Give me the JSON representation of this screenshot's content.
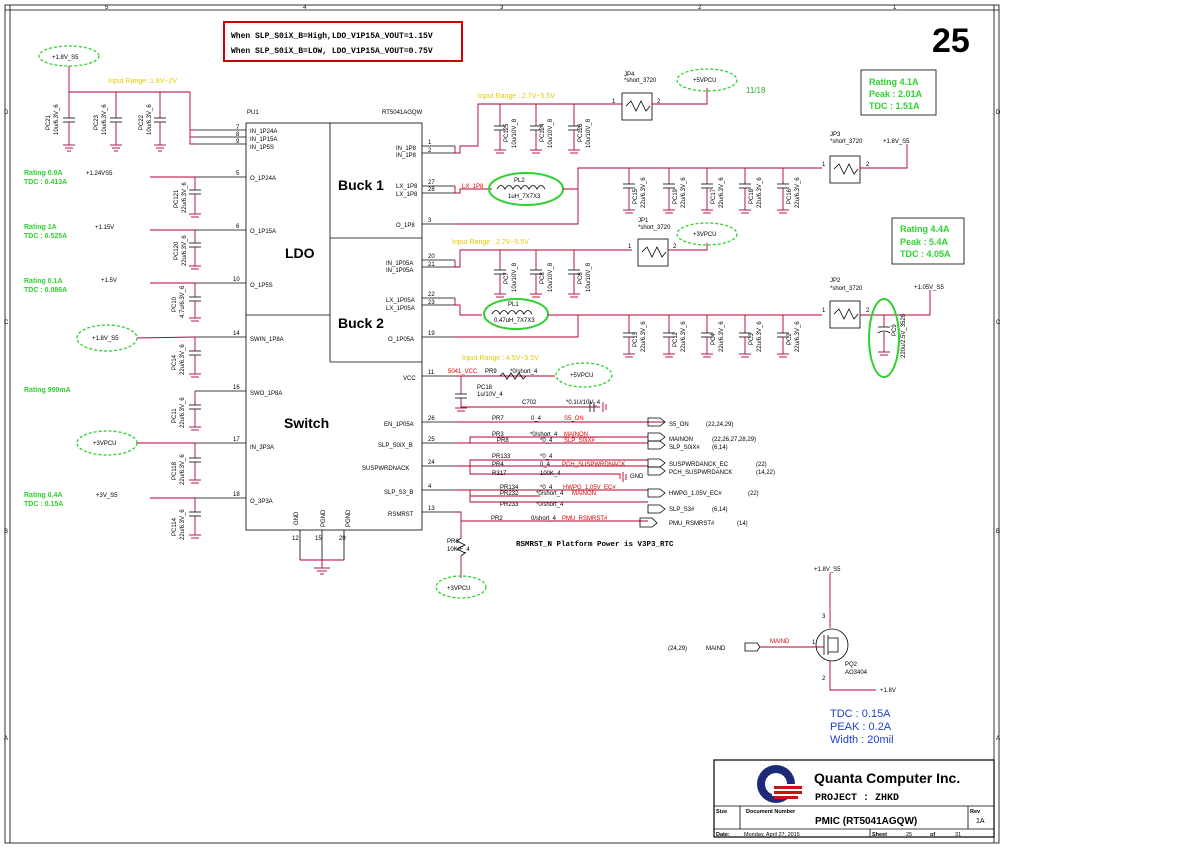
{
  "sheet_number": "25",
  "note_box": {
    "line1": "When SLP_S0iX_B=High,LDO_V1P15A_VOUT=1.15V",
    "line2": "When SLP_S0iX_B=LOW, LDO_V1P15A_VOUT=0.75V"
  },
  "border": {
    "top": [
      "5",
      "4",
      "3",
      "2",
      "1"
    ],
    "side": [
      "D",
      "C",
      "B",
      "A"
    ]
  },
  "ic": {
    "ref": "PU1",
    "part": "RT5041AGQW",
    "blocks": {
      "ldo": "LDO",
      "switch": "Switch",
      "buck1": "Buck 1",
      "buck2": "Buck 2"
    },
    "left_pins": [
      {
        "num": "7",
        "name": "IN_1P24A"
      },
      {
        "num": "8",
        "name": "IN_1P15A"
      },
      {
        "num": "9",
        "name": "IN_1P5S"
      },
      {
        "num": "5",
        "name": "O_1P24A"
      },
      {
        "num": "6",
        "name": "O_1P15A"
      },
      {
        "num": "10",
        "name": "O_1P5S"
      },
      {
        "num": "14",
        "name": "SWIN_1P8A"
      },
      {
        "num": "16",
        "name": "SWO_1P8A"
      },
      {
        "num": "17",
        "name": "IN_3P3A"
      },
      {
        "num": "18",
        "name": "O_3P3A"
      }
    ],
    "buck_pins": [
      {
        "num": "1",
        "name": "IN_1P8"
      },
      {
        "num": "2",
        "name": "IN_1P8"
      },
      {
        "num": "27",
        "name": "LX_1P8"
      },
      {
        "num": "28",
        "name": "LX_1P8"
      },
      {
        "num": "3",
        "name": "O_1P8"
      },
      {
        "num": "20",
        "name": "IN_1P05A"
      },
      {
        "num": "21",
        "name": "IN_1P05A"
      },
      {
        "num": "22",
        "name": "LX_1P05A"
      },
      {
        "num": "23",
        "name": "LX_1P05A"
      },
      {
        "num": "19",
        "name": "O_1P05A"
      }
    ],
    "right_pins": [
      {
        "num": "11",
        "name": "VCC"
      },
      {
        "num": "26",
        "name": "EN_1P05A"
      },
      {
        "num": "25",
        "name": "SLP_S0iX_B"
      },
      {
        "num": "24",
        "name": "SUSPWRDNACK"
      },
      {
        "num": "4",
        "name": "SLP_S3_B"
      },
      {
        "num": "13",
        "name": "RSMRST"
      }
    ],
    "bottom_pins": [
      {
        "num": "12",
        "name": "GND"
      },
      {
        "num": "15",
        "name": "PGND"
      },
      {
        "num": "29",
        "name": "PGND"
      }
    ]
  },
  "left_caps": [
    {
      "ref": "PC21",
      "value": "10u/6.3V_6"
    },
    {
      "ref": "PC23",
      "value": "10u/6.3V_6"
    },
    {
      "ref": "PC22",
      "value": "10u/6.3V_6"
    },
    {
      "ref": "PC121",
      "value": "22u/6.3V_6"
    },
    {
      "ref": "PC120",
      "value": "22u/6.3V_6"
    },
    {
      "ref": "PC10",
      "value": "4.7u/6.3V_6"
    },
    {
      "ref": "PC14",
      "value": "22u/6.3V_6"
    },
    {
      "ref": "PC11",
      "value": "22u/6.3V_6"
    },
    {
      "ref": "PC118",
      "value": "22u/6.3V_6"
    },
    {
      "ref": "PC114",
      "value": "22u/6.3V_6"
    }
  ],
  "rails": {
    "left": [
      "+1.8V_S5",
      "+1.24VS5",
      "+1.15V",
      "+1.5V",
      "+1.8V_S5",
      "+3VPCU",
      "+3V_S5"
    ],
    "ratings": [
      {
        "l1": "Rating 0.9A",
        "l2": "TDC : 0.413A"
      },
      {
        "l1": "Rating 1A",
        "l2": "TDC : 0.525A"
      },
      {
        "l1": "Rating 0.1A",
        "l2": "TDC : 0.086A"
      },
      {
        "l1": "Rating 990mA",
        "l2": ""
      },
      {
        "l1": "Rating 0.4A",
        "l2": "TDC : 0.15A"
      }
    ],
    "input_range_ldo": "Input Range :1.8V~2V"
  },
  "buck1": {
    "input_range": "Input Range : 2.7V~5.5V",
    "in_caps": [
      {
        "ref": "PC125",
        "value": "10u/10V_8"
      },
      {
        "ref": "PC124",
        "value": "10u/10V_8"
      },
      {
        "ref": "PC126",
        "value": "10u/10V_8"
      }
    ],
    "jp_in": {
      "ref": "JP4",
      "value": "*short_3720",
      "rail": "+5VPCU"
    },
    "date": "11/18",
    "lx_net": "LX_1P8",
    "inductor": {
      "ref": "PL2",
      "value": "1uH_7X7X3"
    },
    "out_caps": [
      {
        "ref": "PC15",
        "value": "22u/6.3V_6"
      },
      {
        "ref": "PC19",
        "value": "22u/6.3V_6"
      },
      {
        "ref": "PC17",
        "value": "22u/6.3V_6"
      },
      {
        "ref": "PC18",
        "value": "22u/6.3V_6"
      },
      {
        "ref": "PC16",
        "value": "22u/6.3V_6"
      }
    ],
    "jp_out": {
      "ref": "JP3",
      "value": "*short_3720",
      "rail": "+1.8V_S5"
    },
    "rating": {
      "l1": "Rating 4.1A",
      "l2": "Peak : 2.01A",
      "l3": "TDC : 1.51A"
    }
  },
  "buck2": {
    "input_range": "Input Range : 2.7V~5.5V",
    "jp_in": {
      "ref": "JP1",
      "value": "*short_3720",
      "rail": "+3VPCU"
    },
    "in_caps": [
      {
        "ref": "PC7",
        "value": "10u/10V_8"
      },
      {
        "ref": "PC8",
        "value": "10u/10V_8"
      },
      {
        "ref": "PC6",
        "value": "10u/10V_8"
      }
    ],
    "inductor": {
      "ref": "PL1",
      "value": "0.47uH_7X7X3"
    },
    "out_caps": [
      {
        "ref": "PC13",
        "value": "22u/6.3V_6"
      },
      {
        "ref": "PC12",
        "value": "22u/6.3V_6"
      },
      {
        "ref": "PC4",
        "value": "22u/6.3V_6"
      },
      {
        "ref": "PC3",
        "value": "22u/6.3V_6"
      },
      {
        "ref": "PC2",
        "value": "22u/6.3V_6"
      }
    ],
    "jp_out": {
      "ref": "JP2",
      "value": "*short_3720",
      "rail": "+1.05V_S5"
    },
    "bulk_cap": {
      "ref": "PC9",
      "value": "220u/2.5V_3528"
    },
    "rating": {
      "l1": "Rating 4.4A",
      "l2": "Peak : 5.4A",
      "l3": "TDC : 4.05A"
    }
  },
  "vcc": {
    "input_range": "Input Range : 4.5V~5.5V",
    "net": "5041_VCC",
    "res": {
      "ref": "PR9",
      "value": "*0/short_4"
    },
    "rail": "+5VPCU",
    "cap": {
      "ref": "PC18",
      "value": "1u/10V_4"
    },
    "c702": {
      "ref": "C702",
      "value": "*0.1U/10V_4"
    }
  },
  "signals": [
    {
      "res": "PR7",
      "val": "0_4",
      "net": "S5_ON",
      "port": "S5_ON",
      "xref": "(22,24,29)"
    },
    {
      "res": "PR3",
      "val": "*0/short_4",
      "net": "MAINON",
      "port": "MAINON",
      "xref": "(22,26,27,28,29)"
    },
    {
      "res": "PR8",
      "val": "*0_4",
      "net": "SLP_S0iX#",
      "port": "SLP_S0iX#",
      "xref": "(6,14)"
    },
    {
      "res": "PR133",
      "val": "*0_4",
      "net": "PCH_SUSPWRDNACK",
      "port": "SUSPWRDANCK_EC",
      "xref": "(22)"
    },
    {
      "res": "PR4",
      "val": "0_4",
      "net": "",
      "port": "PCH_SUSPWRDANCK",
      "xref": "(14,22)"
    },
    {
      "res": "R317",
      "val": "100K_4",
      "net": "GND",
      "port": "",
      "xref": ""
    },
    {
      "res": "PR134",
      "val": "*0_4",
      "net": "HWPG_1.05V_EC#",
      "port": "HWPG_1.05V_EC#",
      "xref": "(22)"
    },
    {
      "res": "PR232",
      "val": "*0/short_4",
      "net": "MAINON",
      "port": "SLP_S3#",
      "xref": "(6,14)"
    },
    {
      "res": "PR233",
      "val": "*0/short_4",
      "net": "",
      "port": "",
      "xref": ""
    },
    {
      "res": "PR2",
      "val": "0/short_4",
      "net": "PMU_RSMRST#",
      "port": "PMU_RSMRST#",
      "xref": "(14)"
    }
  ],
  "rsmrst": {
    "note": "RSMRST_N Platform Power is V3P3_RTC",
    "pullup": {
      "ref": "PR6",
      "value": "10K/F_4"
    },
    "rail": "+3VPCU"
  },
  "mosfet": {
    "rail_top": "+1.8V_S5",
    "rail_bot": "+1.8V",
    "gate_net": "MAIND",
    "port": "MAIND",
    "xref": "(24,29)",
    "ref": "PQ2",
    "part": "AO3404",
    "pins": [
      "3",
      "1",
      "2"
    ],
    "spec": {
      "l1": "TDC : 0.15A",
      "l2": "PEAK : 0.2A",
      "l3": "Width : 20mil"
    }
  },
  "title_block": {
    "company": "Quanta Computer Inc.",
    "project": "PROJECT : ZHKD",
    "size_label": "Size",
    "docnum_label": "Document Number",
    "rev_label": "Rev",
    "doc_title": "PMIC (RT5041AGQW)",
    "rev": "1A",
    "date_label": "Date:",
    "date": "Monday, April 27, 2015",
    "sheet_label": "Sheet",
    "sheet": "25",
    "of_label": "of",
    "of": "31"
  },
  "colors": {
    "wire": "#b0002e",
    "label": "#e00000",
    "range": "#e6c800",
    "rating": "#2fd12f",
    "spec": "#1f3fd0"
  }
}
